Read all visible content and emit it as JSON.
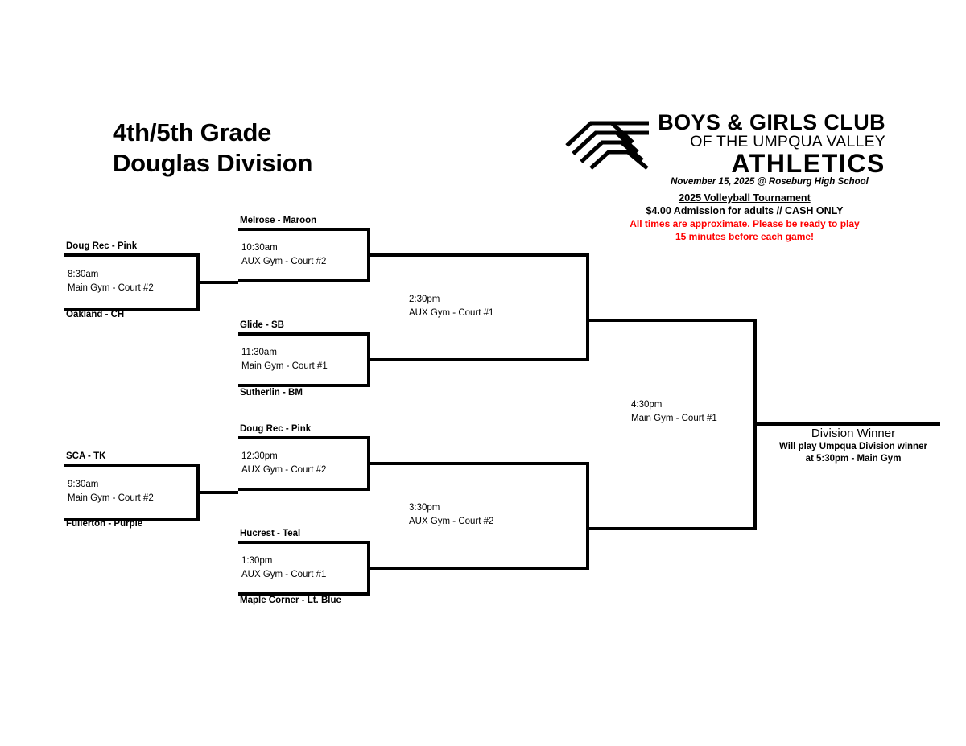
{
  "header": {
    "title_line1": "4th/5th Grade",
    "title_line2": "Douglas Division",
    "logo": {
      "line1": "BOYS & GIRLS CLUB",
      "line2": "OF THE UMPQUA VALLEY",
      "line3": "ATHLETICS",
      "date_line": "November 15, 2025 @ Roseburg High School"
    },
    "event": {
      "title": "2025 Volleyball Tournament",
      "admission": "$4.00 Admission for adults // CASH ONLY",
      "note_line1": "All times are approximate.  Please be ready to play",
      "note_line2": "15 minutes before each game!",
      "note_color": "#FF0000"
    }
  },
  "bracket": {
    "round1": [
      {
        "top_team": "Doug Rec - Pink",
        "bottom_team": "Oakland - CH",
        "time": "8:30am",
        "location": "Main Gym - Court #2"
      },
      {
        "top_team": "SCA - TK",
        "bottom_team": "Fullerton - Purple",
        "time": "9:30am",
        "location": "Main Gym - Court #2"
      }
    ],
    "round2": [
      {
        "top_team": "Melrose - Maroon",
        "bottom_team": "",
        "time": "10:30am",
        "location": "AUX Gym - Court #2"
      },
      {
        "top_team": "Glide - SB",
        "bottom_team": "Sutherlin - BM",
        "time": "11:30am",
        "location": "Main Gym - Court #1"
      },
      {
        "top_team": "Doug Rec - Pink",
        "bottom_team": "",
        "time": "12:30pm",
        "location": "AUX Gym - Court #2"
      },
      {
        "top_team": "Hucrest - Teal",
        "bottom_team": "Maple Corner - Lt. Blue",
        "time": "1:30pm",
        "location": "AUX Gym - Court #1"
      }
    ],
    "semifinals": [
      {
        "time": "2:30pm",
        "location": "AUX Gym - Court #1"
      },
      {
        "time": "3:30pm",
        "location": "AUX Gym - Court #2"
      }
    ],
    "final": {
      "time": "4:30pm",
      "location": "Main Gym - Court #1"
    },
    "winner": {
      "title": "Division Winner",
      "sub_line1": "Will play Umpqua Division winner",
      "sub_line2": "at 5:30pm - Main Gym"
    }
  }
}
